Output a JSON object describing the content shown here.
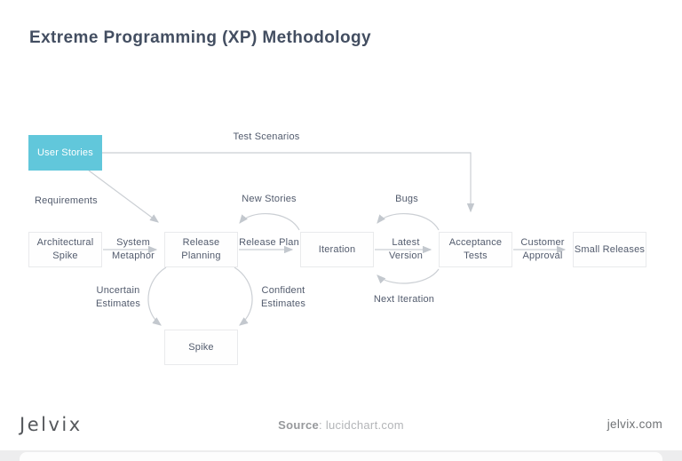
{
  "title": "Extreme Programming (XP) Methodology",
  "diagram": {
    "boxes": {
      "user_stories": "User Stories",
      "architectural_spike": "Architectural Spike",
      "release_planning": "Release Planning",
      "iteration": "Iteration",
      "acceptance_tests": "Acceptance Tests",
      "small_releases": "Small Releases",
      "spike": "Spike"
    },
    "flow_labels": {
      "test_scenarios": "Test Scenarios",
      "requirements": "Requirements",
      "new_stories": "New Stories",
      "bugs": "Bugs",
      "system_metaphor": "System Metaphor",
      "release_plan": "Release Plan",
      "latest_version": "Latest Version",
      "customer_approval": "Customer Approval",
      "next_iteration": "Next Iteration",
      "uncertain_estimates": "Uncertain Estimates",
      "confident_estimates": "Confident Estimates"
    }
  },
  "footer": {
    "logo": "Jelvix",
    "source_label": "Source",
    "source_rest": ": lucidchart.com",
    "website": "jelvix.com"
  },
  "colors": {
    "accent_teal": "#61c7db",
    "title_text": "#434e61",
    "box_text": "#525b6d",
    "line": "#cbcfd4",
    "footer_text": "#b3b5b8"
  }
}
